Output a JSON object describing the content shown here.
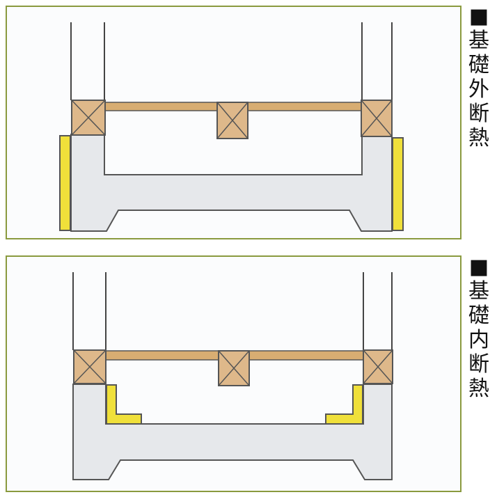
{
  "diagrams": [
    {
      "id": "top",
      "bullet": "■",
      "title_chars": [
        "基",
        "礎",
        "外",
        "断",
        "熱"
      ],
      "insulation": "exterior"
    },
    {
      "id": "bottom",
      "bullet": "■",
      "title_chars": [
        "基",
        "礎",
        "内",
        "断",
        "熱"
      ],
      "insulation": "interior"
    }
  ],
  "colors": {
    "frame_border": "#8a9a3e",
    "concrete": "#e6e8eb",
    "concrete_outline": "#555555",
    "timber": "#deb88a",
    "beam": "#d8ad72",
    "insulation": "#f0e03a",
    "line": "#444444"
  }
}
